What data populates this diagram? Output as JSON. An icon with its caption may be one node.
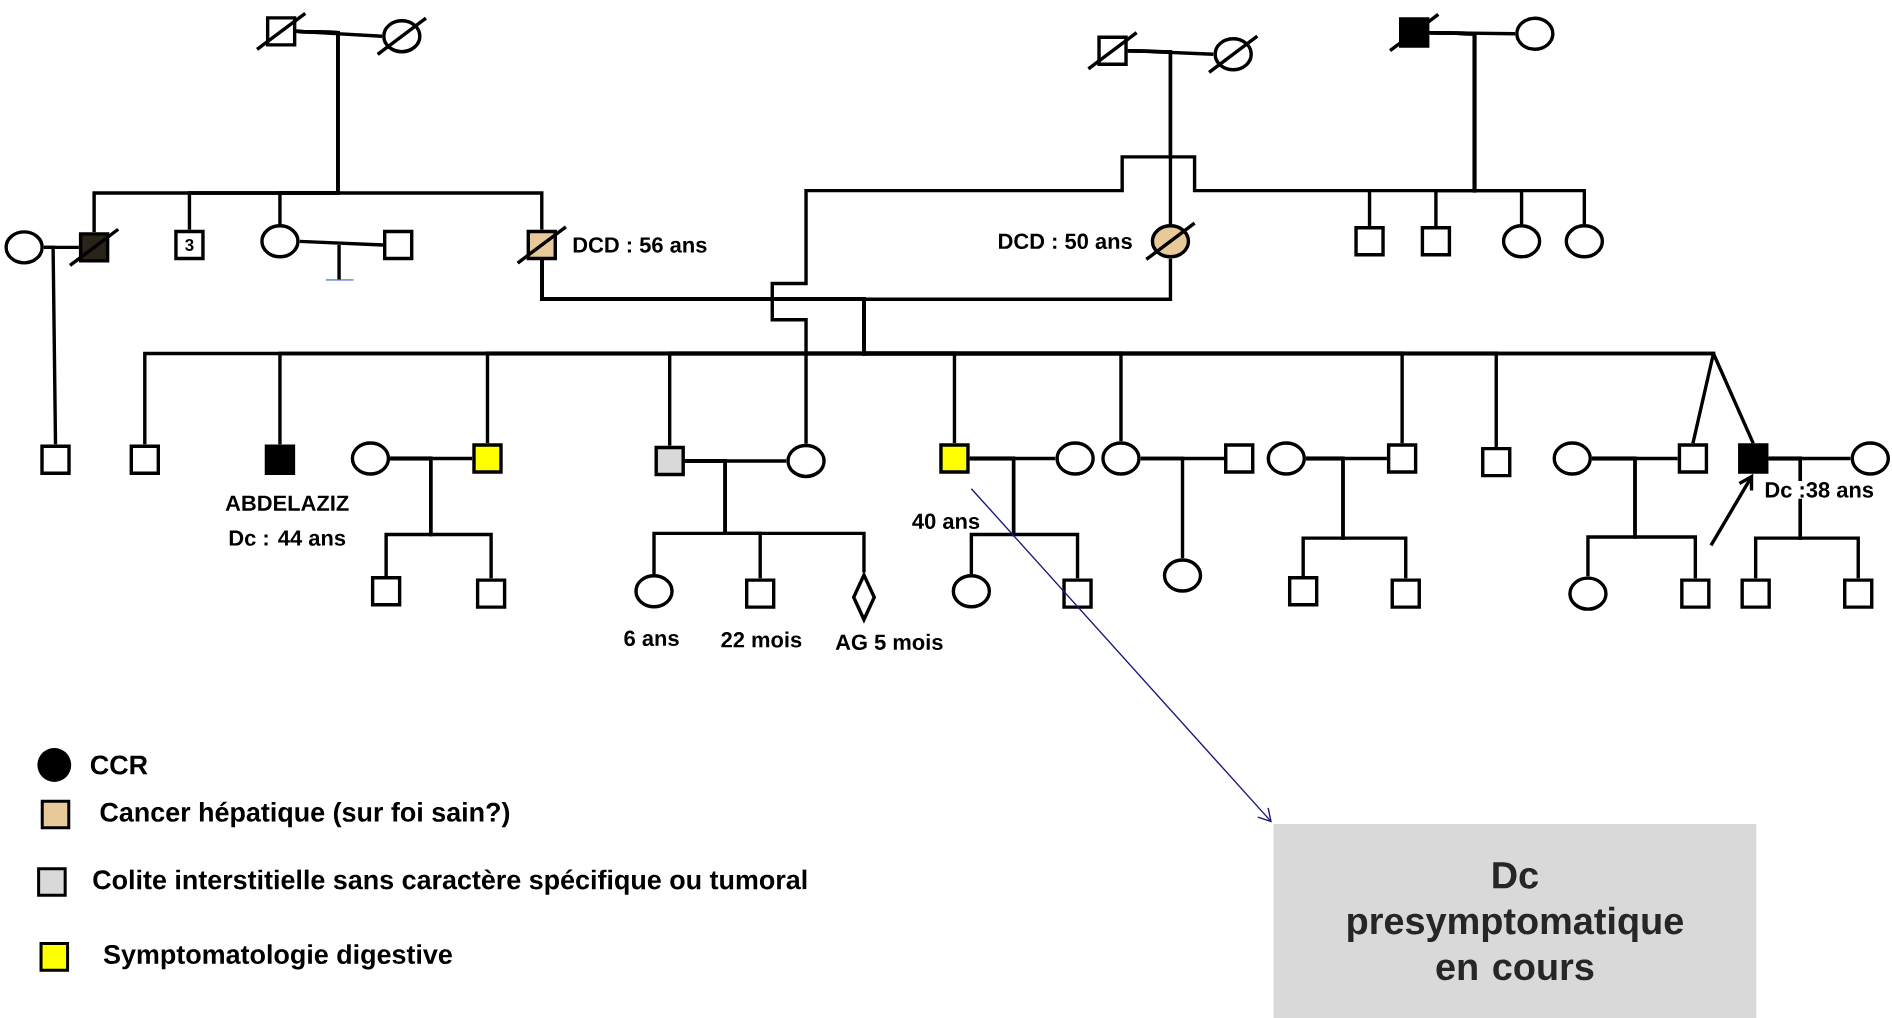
{
  "diagram": {
    "nodes": [
      {
        "text": [],
        "shape": "box"
      },
      {
        "text": [],
        "shape": "circle"
      },
      {
        "text": [],
        "shape": "box"
      },
      {
        "text": [],
        "shape": "circle"
      },
      {
        "text": [],
        "shape": "box"
      },
      {
        "text": [],
        "shape": "circle"
      },
      {
        "text": [],
        "shape": "circle"
      },
      {
        "text": [],
        "shape": "box"
      },
      {
        "text": [
          "3"
        ]
      },
      {
        "text": [],
        "shape": "circle"
      },
      {
        "text": [],
        "shape": "box"
      },
      {
        "text": [],
        "shape": "box",
        "beside": [
          "DCD : 56 ans"
        ]
      },
      {
        "text": [],
        "shape": "circle",
        "beside": [
          "DCD : 50 ans"
        ]
      },
      {
        "text": [],
        "shape": "box"
      },
      {
        "text": [],
        "shape": "box"
      },
      {
        "text": [],
        "shape": "circle"
      },
      {
        "text": [],
        "shape": "circle"
      },
      {
        "text": [],
        "shape": "box"
      },
      {
        "text": [],
        "shape": "box"
      },
      {
        "text": [],
        "shape": "box",
        "beside": [
          "ABDELAZIZ",
          "Dc : 44 ans"
        ]
      },
      {
        "text": [],
        "shape": "circle"
      },
      {
        "text": [],
        "shape": "box"
      },
      {
        "text": [],
        "shape": "box"
      },
      {
        "text": [],
        "shape": "circle"
      },
      {
        "text": [],
        "shape": "box",
        "beside": [
          "40 ans"
        ]
      },
      {
        "text": [],
        "shape": "circle"
      },
      {
        "text": [],
        "shape": "circle"
      },
      {
        "text": [],
        "shape": "box"
      },
      {
        "text": [],
        "shape": "circle"
      },
      {
        "text": [],
        "shape": "box"
      },
      {
        "text": [],
        "shape": "box"
      },
      {
        "text": [],
        "shape": "circle"
      },
      {
        "text": [],
        "shape": "box"
      },
      {
        "text": [],
        "shape": "box",
        "beside": [
          "Dc :38 ans"
        ]
      },
      {
        "text": [],
        "shape": "circle"
      },
      {
        "text": [],
        "shape": "box"
      },
      {
        "text": [],
        "shape": "box"
      },
      {
        "text": [],
        "shape": "circle",
        "beside": [
          "6 ans"
        ]
      },
      {
        "text": [],
        "shape": "box",
        "beside": [
          "22 mois"
        ]
      },
      {
        "text": [],
        "shape": "diamond",
        "beside": [
          "AG 5 mois"
        ]
      },
      {
        "text": [],
        "shape": "circle"
      },
      {
        "text": [],
        "shape": "box"
      },
      {
        "text": [],
        "shape": "circle"
      },
      {
        "text": [],
        "shape": "box"
      },
      {
        "text": [],
        "shape": "box"
      },
      {
        "text": [],
        "shape": "circle"
      },
      {
        "text": [],
        "shape": "box"
      },
      {
        "text": [],
        "shape": "box"
      },
      {
        "text": [],
        "shape": "box"
      },
      {
        "text": [
          "Dc presymptomatique en cours"
        ]
      }
    ],
    "edges": [
      {
        "from": 0,
        "to": 1,
        "arrow": "none"
      },
      {
        "from": 0,
        "to": 7,
        "arrow": "none"
      },
      {
        "from": 0,
        "to": 8,
        "arrow": "none"
      },
      {
        "from": 0,
        "to": 9,
        "arrow": "none"
      },
      {
        "from": 0,
        "to": 11,
        "arrow": "none"
      },
      {
        "from": 2,
        "to": 3,
        "arrow": "none"
      },
      {
        "from": 2,
        "to": 12,
        "arrow": "none"
      },
      {
        "from": 2,
        "to": 23,
        "arrow": "none"
      },
      {
        "from": 4,
        "to": 5,
        "arrow": "none"
      },
      {
        "from": 4,
        "to": 13,
        "arrow": "none"
      },
      {
        "from": 4,
        "to": 14,
        "arrow": "none"
      },
      {
        "from": 4,
        "to": 15,
        "arrow": "none"
      },
      {
        "from": 4,
        "to": 16,
        "arrow": "none"
      },
      {
        "from": 6,
        "to": 7,
        "arrow": "none"
      },
      {
        "from": 6,
        "to": 17,
        "arrow": "none"
      },
      {
        "from": 9,
        "to": 10,
        "arrow": "none"
      },
      {
        "from": 11,
        "to": 12,
        "arrow": "none"
      },
      {
        "from": 11,
        "to": 18,
        "arrow": "none"
      },
      {
        "from": 11,
        "to": 19,
        "arrow": "none"
      },
      {
        "from": 11,
        "to": 21,
        "arrow": "none"
      },
      {
        "from": 11,
        "to": 22,
        "arrow": "none"
      },
      {
        "from": 11,
        "to": 24,
        "arrow": "none"
      },
      {
        "from": 11,
        "to": 26,
        "arrow": "none"
      },
      {
        "from": 11,
        "to": 29,
        "arrow": "none"
      },
      {
        "from": 11,
        "to": 30,
        "arrow": "none"
      },
      {
        "from": 11,
        "to": 32,
        "arrow": "none"
      },
      {
        "from": 11,
        "to": 33,
        "arrow": "none"
      },
      {
        "from": 20,
        "to": 21,
        "arrow": "none"
      },
      {
        "from": 20,
        "to": 35,
        "arrow": "none"
      },
      {
        "from": 20,
        "to": 36,
        "arrow": "none"
      },
      {
        "from": 22,
        "to": 23,
        "arrow": "none"
      },
      {
        "from": 22,
        "to": 37,
        "arrow": "none"
      },
      {
        "from": 22,
        "to": 38,
        "arrow": "none"
      },
      {
        "from": 22,
        "to": 39,
        "arrow": "none"
      },
      {
        "from": 24,
        "to": 25,
        "arrow": "none"
      },
      {
        "from": 24,
        "to": 40,
        "arrow": "none"
      },
      {
        "from": 24,
        "to": 41,
        "arrow": "none"
      },
      {
        "from": 26,
        "to": 27,
        "arrow": "none"
      },
      {
        "from": 26,
        "to": 42,
        "arrow": "none"
      },
      {
        "from": 28,
        "to": 29,
        "arrow": "none"
      },
      {
        "from": 28,
        "to": 43,
        "arrow": "none"
      },
      {
        "from": 28,
        "to": 44,
        "arrow": "none"
      },
      {
        "from": 31,
        "to": 32,
        "arrow": "none"
      },
      {
        "from": 31,
        "to": 45,
        "arrow": "none"
      },
      {
        "from": 31,
        "to": 46,
        "arrow": "none"
      },
      {
        "from": 33,
        "to": 34,
        "arrow": "none"
      },
      {
        "from": 33,
        "to": 47,
        "arrow": "none"
      },
      {
        "from": 33,
        "to": 48,
        "arrow": "none"
      },
      {
        "from": 24,
        "to": 49,
        "arrow": "to",
        "color": "#1a1a7a"
      },
      {
        "from": null,
        "to": 33,
        "arrow": "to"
      }
    ],
    "legend": [
      {
        "text": "CCR",
        "color": "#000000"
      },
      {
        "text": "Cancer hépatique (sur foi sain?)",
        "color": "#e8c99a"
      },
      {
        "text": "Colite interstitielle sans caractère spécifique ou tumoral",
        "color": "#d9d9d9"
      },
      {
        "text": "Symptomatologie digestive",
        "color": "#ffff00"
      }
    ]
  }
}
